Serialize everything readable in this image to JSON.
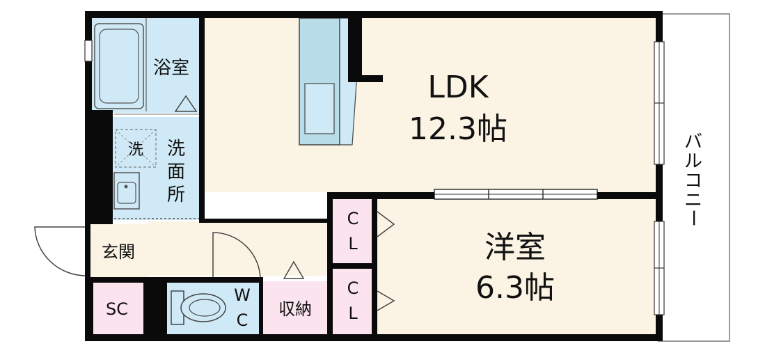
{
  "rooms": {
    "bath": "浴室",
    "washroom": [
      "洗",
      "面",
      "所"
    ],
    "washer": "洗",
    "ldk": {
      "name": "LDK",
      "size": "12.3帖"
    },
    "western": {
      "name": "洋室",
      "size": "6.3帖"
    },
    "entrance": "玄関",
    "shoe_closet": "SC",
    "wc": [
      "W",
      "C"
    ],
    "storage": "収納",
    "closet1": [
      "C",
      "L"
    ],
    "closet2": [
      "C",
      "L"
    ],
    "balcony": [
      "バ",
      "ル",
      "コ",
      "ニ",
      "ー"
    ]
  },
  "colors": {
    "wall": "#0a0a0a",
    "ldk_fill": "#fbf4e4",
    "water_fill": "#cfeaf6",
    "storage_fill": "#fbe4ee",
    "fixture_fill": "#b9dde8"
  }
}
